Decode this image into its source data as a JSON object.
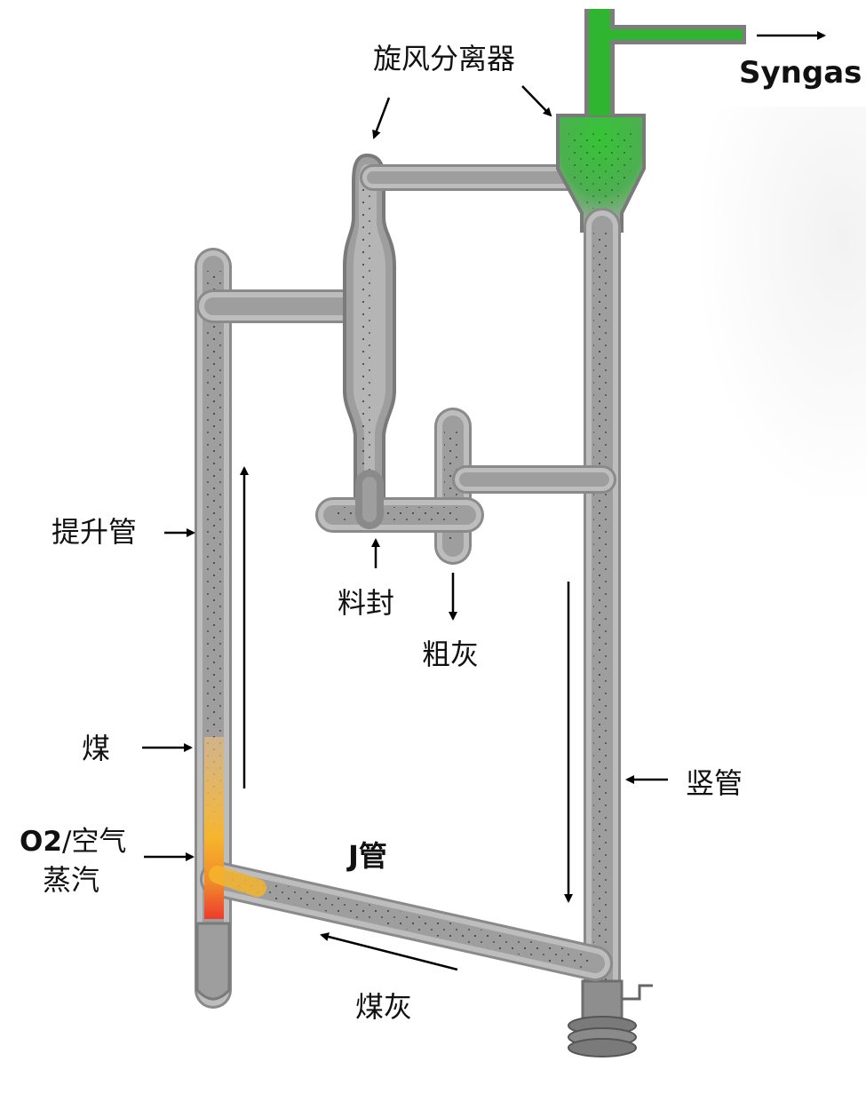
{
  "labels": {
    "cyclone": "旋风分离器",
    "syngas": "Syngas",
    "riser": "提升管",
    "loop_seal": "料封",
    "coarse_ash": "粗灰",
    "coal": "煤",
    "o2_bold": "O2",
    "o2_rest": "/空气",
    "steam": "蒸汽",
    "j_pipe": "J管",
    "standpipe": "竖管",
    "coal_ash": "煤灰"
  },
  "colors": {
    "pipe_gray": "#9e9e9e",
    "pipe_edge": "#7a7a7a",
    "syngas_green": "#2fb52f",
    "coal_orange": "#f2a93b",
    "hot_red": "#ee3b2e"
  }
}
